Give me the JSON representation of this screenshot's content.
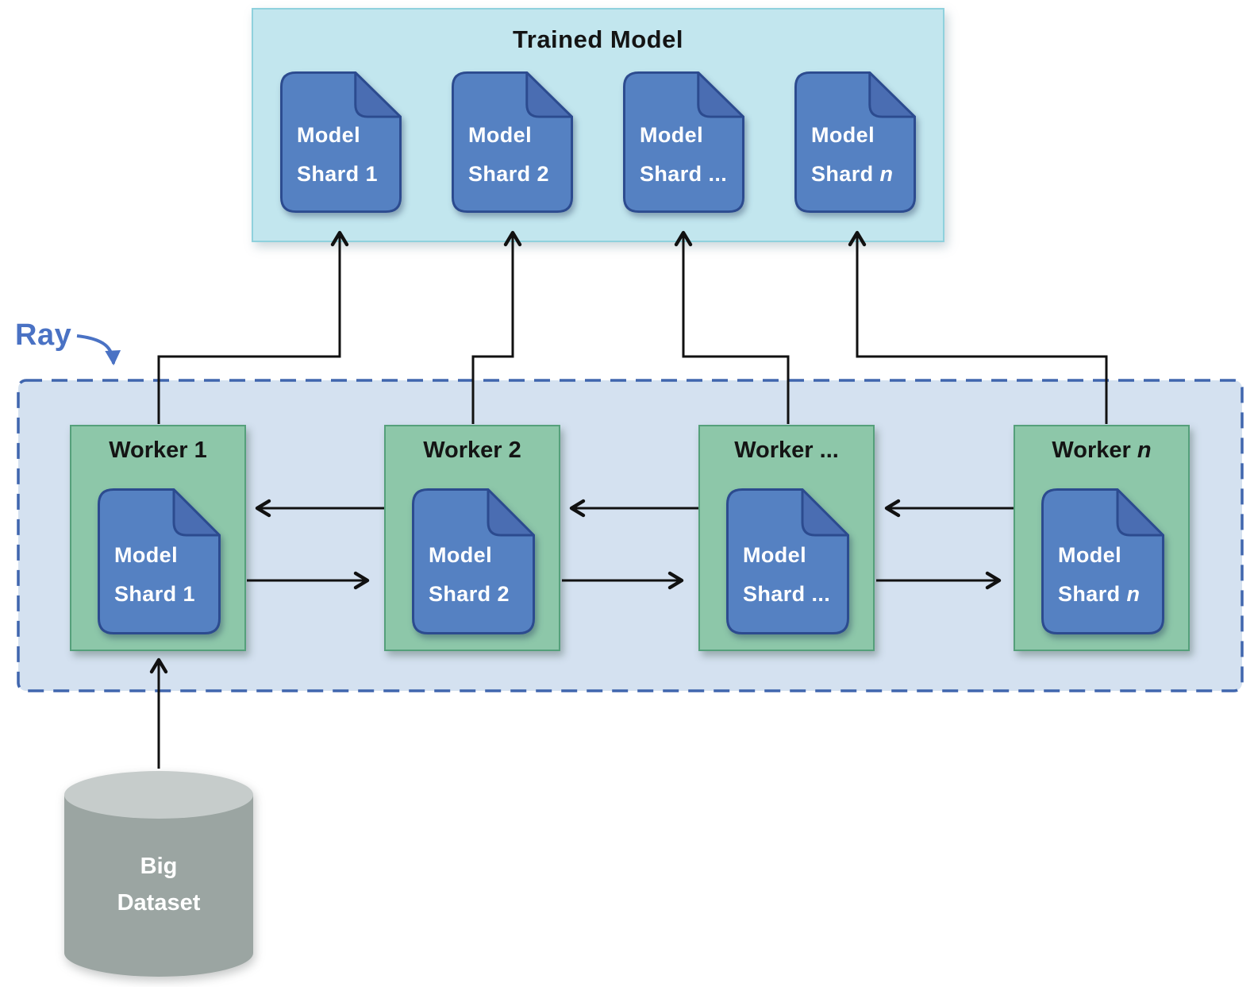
{
  "ray_label": "Ray",
  "trained_model": {
    "title": "Trained Model",
    "shards": [
      {
        "line1": "Model",
        "line2": "Shard",
        "suffix": "1"
      },
      {
        "line1": "Model",
        "line2": "Shard",
        "suffix": "2"
      },
      {
        "line1": "Model",
        "line2": "Shard",
        "suffix": "..."
      },
      {
        "line1": "Model",
        "line2": "Shard",
        "suffix": "n"
      }
    ]
  },
  "ray_cluster": {
    "workers": [
      {
        "title": "Worker",
        "suffix": "1",
        "shard": {
          "line1": "Model",
          "line2": "Shard",
          "suffix": "1"
        }
      },
      {
        "title": "Worker",
        "suffix": "2",
        "shard": {
          "line1": "Model",
          "line2": "Shard",
          "suffix": "2"
        }
      },
      {
        "title": "Worker",
        "suffix": "...",
        "shard": {
          "line1": "Model",
          "line2": "Shard",
          "suffix": "..."
        }
      },
      {
        "title": "Worker",
        "suffix": "n",
        "shard": {
          "line1": "Model",
          "line2": "Shard",
          "suffix": "n"
        }
      }
    ]
  },
  "dataset": {
    "line1": "Big",
    "line2": "Dataset"
  },
  "icons": {
    "model_shard": "document-icon",
    "dataset": "database-cylinder-icon",
    "ray_pointer": "curved-arrow-icon"
  },
  "colors": {
    "trained_box_fill": "#c2e6ee",
    "trained_box_border": "#8fd1dd",
    "ray_box_fill": "#d4e1f0",
    "ray_box_border": "#4066ae",
    "worker_fill": "#8dc7a9",
    "worker_border": "#55a07b",
    "document_fill": "#5581c2",
    "document_fold": "#4a6db2",
    "document_border": "#2c4b8f",
    "cylinder_body": "#9ba5a2",
    "cylinder_top": "#c6cccb",
    "arrow": "#111111",
    "ray_label": "#4a72c4"
  }
}
